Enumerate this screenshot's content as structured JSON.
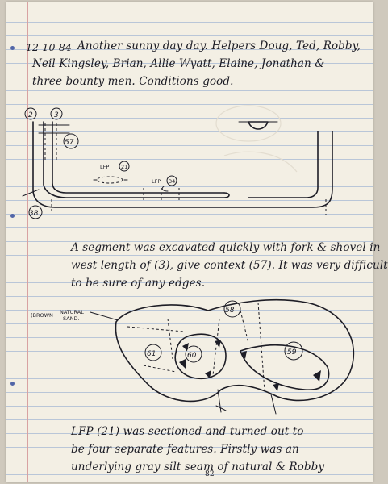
{
  "entry": {
    "date": "12-10-84",
    "lines": [
      "Another sunny day day. Helpers Doug, Ted, Robby,",
      "Neil Kingsley, Brian, Allie Wyatt, Elaine, Jonathan &",
      "three bounty men. Conditions good."
    ]
  },
  "plan1": {
    "labels": {
      "trench_a": "2",
      "trench_b": "3",
      "context_57": "57",
      "lfp21": "LFP",
      "lfp21_num": "21",
      "lfp34": "LFP",
      "lfp34_num": "34",
      "context_38": "38"
    }
  },
  "paragraph2": [
    "A segment was excavated quickly with fork & shovel in",
    "west length of (3), give context (57). It was very difficult",
    "to be sure of any edges."
  ],
  "plan2": {
    "labels": {
      "natural_line1": "NATURAL",
      "natural_line2": "SAND.",
      "brown_tag": "(BROWN",
      "context_58": "58",
      "context_61": "61",
      "context_60": "60",
      "context_59": "59"
    }
  },
  "paragraph3": [
    "LFP (21) was sectioned and turned out to",
    "be four separate features. Firstly was an",
    "underlying gray silt seam of natural & Robby"
  ],
  "page_number": "82"
}
